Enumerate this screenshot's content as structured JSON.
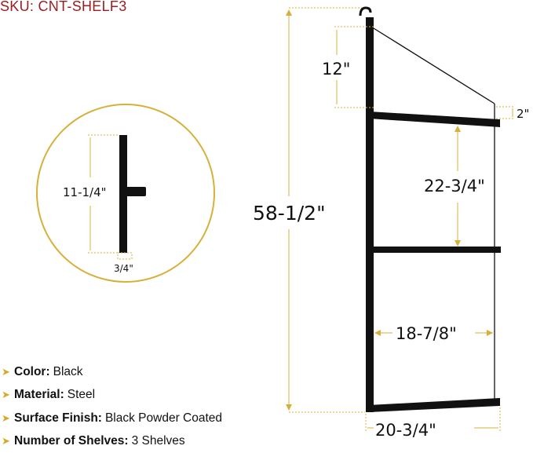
{
  "sku": "SKU: CNT-SHELF3",
  "colors": {
    "accent": "#d6a928",
    "sku": "#9b1d1d",
    "product": "#111111"
  },
  "detail_view": {
    "height": "11-1/4\"",
    "thickness": "3/4\""
  },
  "dimensions": {
    "total_height": "58-1/2\"",
    "top_offset": "12\"",
    "slope": "2\"",
    "shelf_spacing": "22-3/4\"",
    "inner_width": "18-7/8\"",
    "outer_width": "20-3/4\""
  },
  "features": [
    {
      "label": "Color:",
      "value": "Black"
    },
    {
      "label": "Material:",
      "value": "Steel"
    },
    {
      "label": "Surface Finish:",
      "value": "Black Powder Coated"
    },
    {
      "label": "Number of Shelves:",
      "value": "3 Shelves"
    }
  ]
}
